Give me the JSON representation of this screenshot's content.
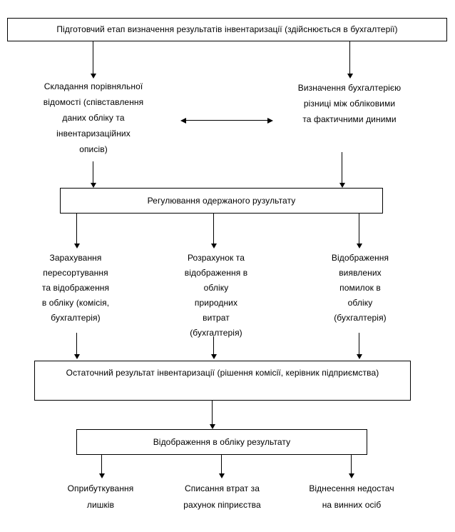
{
  "flowchart": {
    "top_box": "Підготовчий етап визначення результатів інвентаризації (здійснюється в бухгалтерії)",
    "compare_block": "Складання порівняльної\nвідомості (співставлення\nданих обліку та\nінвентаризаційних\nописів)",
    "difference_block": "Визначення бухгалтерією\nрізниці між обліковими\nта фактичними диними",
    "regulation_box": "Регулювання одержаного рузультату",
    "regulation_branches": [
      {
        "label": "Зарахування\nпересортування\nта відображення\nв обліку (комісія,\nбухгалтерія)"
      },
      {
        "label": "Розрахунок та\nвідображення в\nобліку\nприродних\nвитрат\n(бухгалтерія)"
      },
      {
        "label": "Відображення\nвиявлених\nпомилок в\nобліку\n(бухгалтерія)"
      }
    ],
    "final_box": "Остаточний результат інвентаризації (рішення комісії, керівник підприємства)",
    "reflection_box": "Відображення в обліку результату",
    "outcomes": [
      {
        "label": "Оприбуткування\nлишків"
      },
      {
        "label": "Списання втрат за\nрахунок піприєства"
      },
      {
        "label": "Віднесення недостач\nна винних осіб"
      }
    ]
  },
  "colors": {
    "line": "#000000",
    "background": "#ffffff"
  }
}
